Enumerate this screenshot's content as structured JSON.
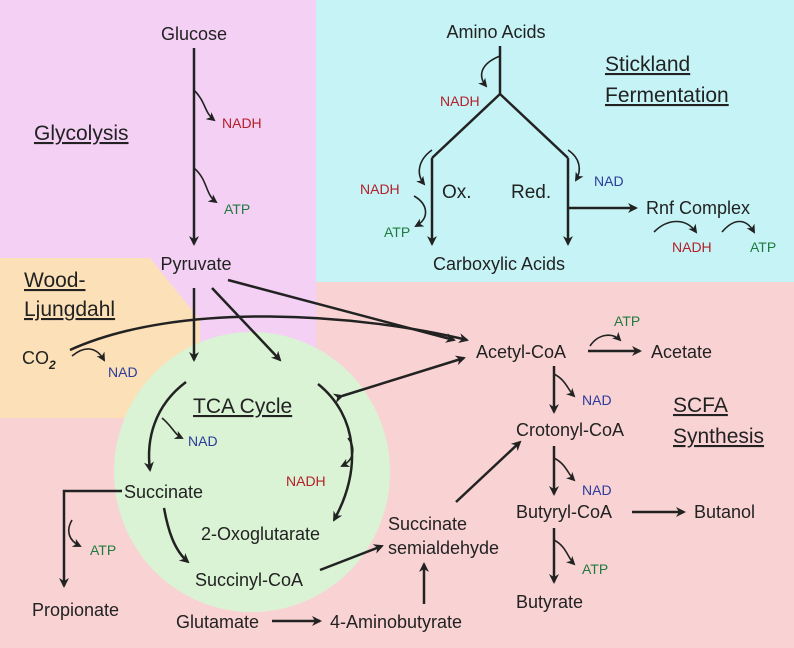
{
  "colors": {
    "glycolysis_bg": "#f3d0f4",
    "stickland_bg": "#c6f4f6",
    "wood_bg": "#fbe0b8",
    "scfa_bg": "#f9d3d3",
    "tca_bg": "#d9f3d4",
    "nadh": "#b3202a",
    "nad": "#2b3a9c",
    "atp": "#1f7a3e",
    "text": "#222222"
  },
  "regions": {
    "glycolysis": "Glycolysis",
    "stickland_line1": "Stickland",
    "stickland_line2": "Fermentation",
    "wood_line1": "Wood-",
    "wood_line2": "Ljungdahl",
    "tca": "TCA Cycle",
    "scfa_line1": "SCFA",
    "scfa_line2": "Synthesis"
  },
  "metabolites": {
    "glucose": "Glucose",
    "pyruvate": "Pyruvate",
    "amino_acids": "Amino Acids",
    "carboxylic_acids": "Carboxylic Acids",
    "rnf_complex": "Rnf Complex",
    "co2_base": "CO",
    "co2_sub": "2",
    "acetyl_coa": "Acetyl-CoA",
    "acetate": "Acetate",
    "crotonyl_coa": "Crotonyl-CoA",
    "butyryl_coa": "Butyryl-CoA",
    "butanol": "Butanol",
    "butyrate": "Butyrate",
    "succinate": "Succinate",
    "oxoglutarate": "2-Oxoglutarate",
    "succinyl_coa": "Succinyl-CoA",
    "succinate_semialdehyde_line1": "Succinate",
    "succinate_semialdehyde_line2": "semialdehyde",
    "propionate": "Propionate",
    "glutamate": "Glutamate",
    "aminobutyrate": "4-Aminobutyrate"
  },
  "branch_labels": {
    "ox": "Ox.",
    "red": "Red."
  },
  "cofactors": {
    "glyco_nadh": "NADH",
    "glyco_atp": "ATP",
    "amino_nadh": "NADH",
    "ox_nadh": "NADH",
    "ox_atp": "ATP",
    "red_nad": "NAD",
    "rnf_nadh": "NADH",
    "rnf_atp": "ATP",
    "wl_nad": "NAD",
    "acetate_atp": "ATP",
    "crotonyl_nad": "NAD",
    "butyryl_nad": "NAD",
    "butyrate_atp": "ATP",
    "tca_nad": "NAD",
    "tca_nadh": "NADH",
    "propionate_atp": "ATP"
  }
}
